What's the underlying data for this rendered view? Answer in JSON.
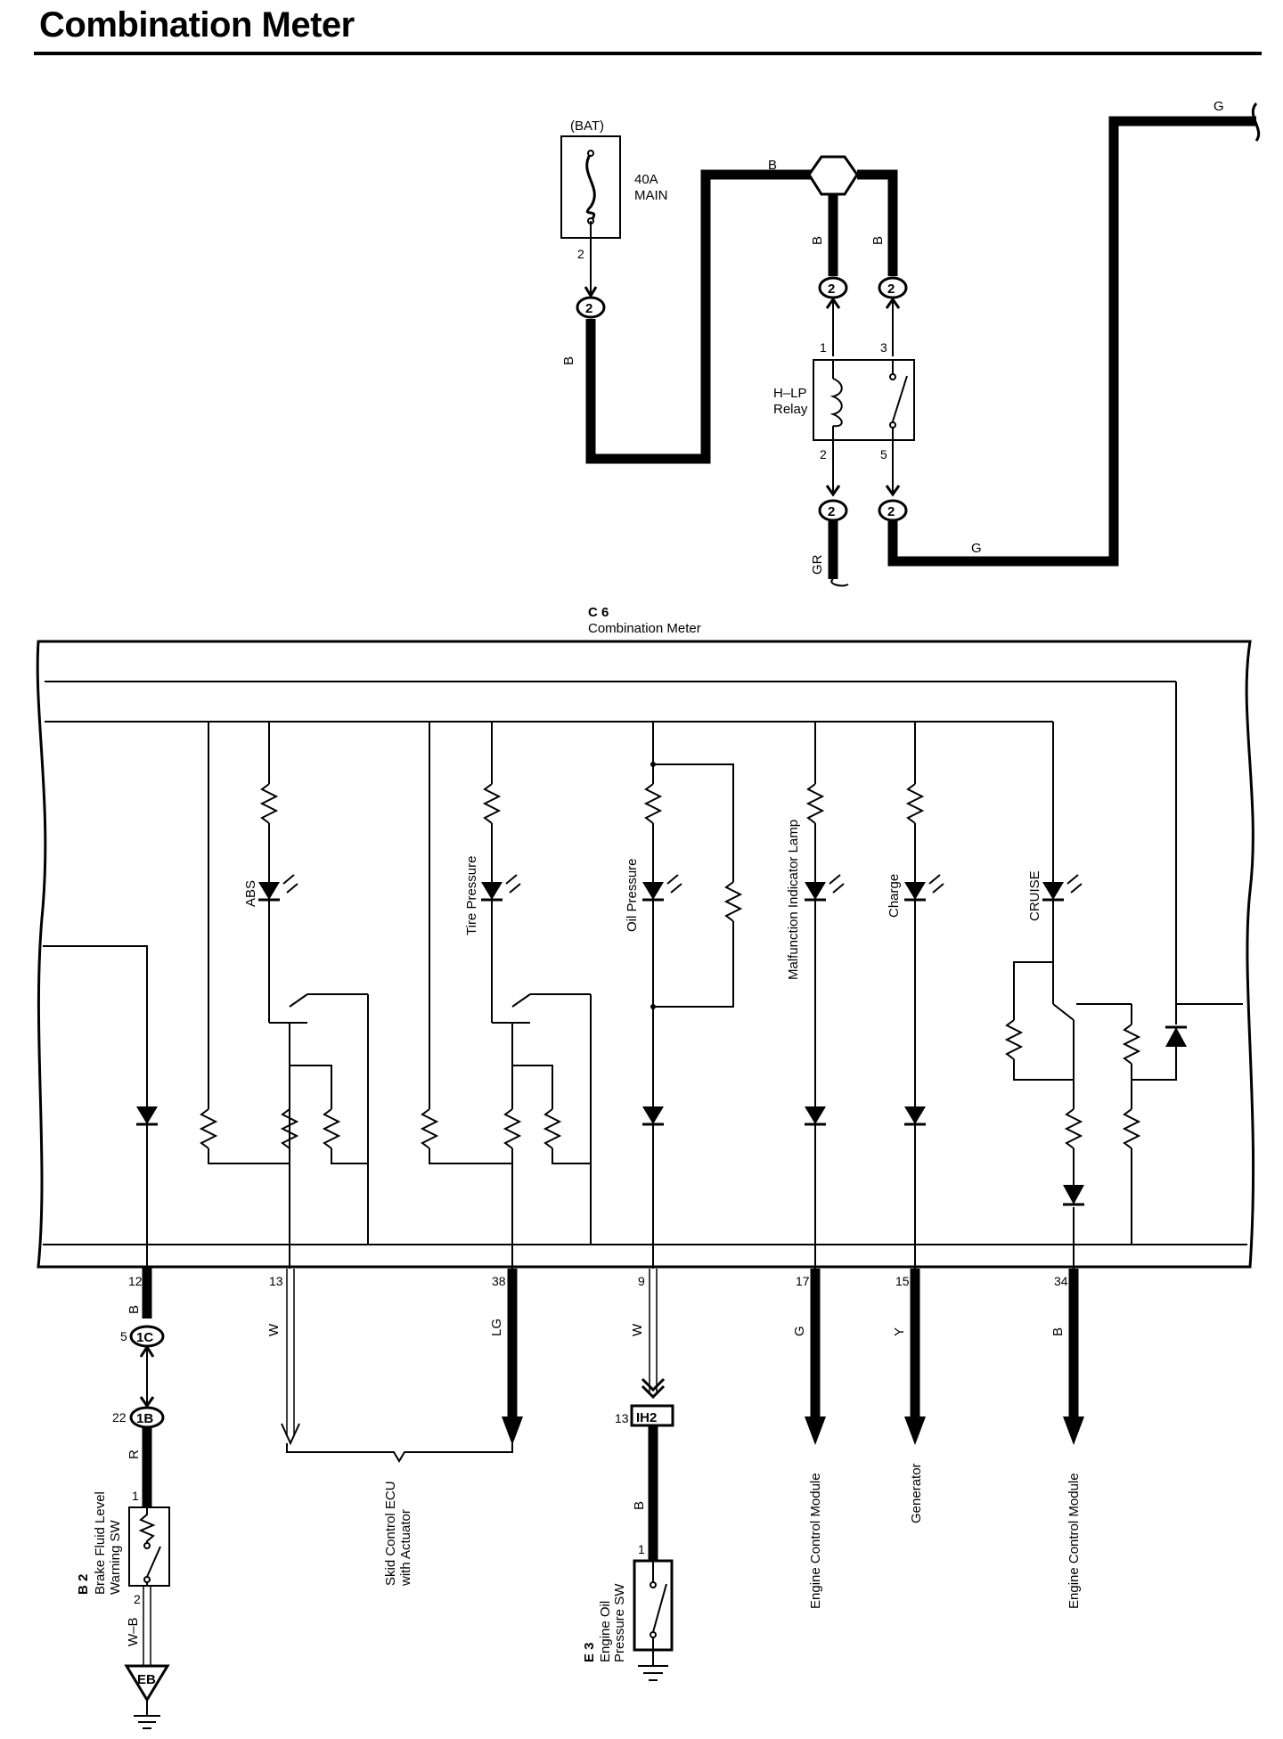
{
  "title": "Combination Meter",
  "power": {
    "bat_label": "(BAT)",
    "fuse_label": [
      "40A",
      "MAIN"
    ],
    "fuse_pin": "2",
    "connector": "2",
    "wire_colors": {
      "main": "B",
      "to_relay_1": "B",
      "to_relay_3": "B",
      "to_meter": "G",
      "relay_out": "G",
      "coil_ground": "GR"
    },
    "relay": {
      "name": [
        "H–LP",
        "Relay"
      ],
      "pins": [
        "1",
        "3",
        "2",
        "5"
      ]
    }
  },
  "meter": {
    "code": "C 6",
    "name": "Combination Meter",
    "lamps": [
      "ABS",
      "Tire Pressure",
      "Oil Pressure",
      "Malfunction Indicator Lamp",
      "Charge",
      "CRUISE"
    ],
    "terminals": [
      {
        "pin": "12",
        "wire": "B"
      },
      {
        "pin": "13",
        "wire": "W"
      },
      {
        "pin": "38",
        "wire": "LG"
      },
      {
        "pin": "9",
        "wire": "W"
      },
      {
        "pin": "17",
        "wire": "G"
      },
      {
        "pin": "15",
        "wire": "Y"
      },
      {
        "pin": "34",
        "wire": "B"
      }
    ]
  },
  "brake": {
    "conn1_pin": "5",
    "conn1": "1C",
    "conn2_pin": "22",
    "conn2": "1B",
    "wire_r": "R",
    "sw_pin1": "1",
    "sw_pin2": "2",
    "code": "B 2",
    "name": [
      "Brake Fluid Level",
      "Warning SW"
    ],
    "wire_wb": "W–B",
    "ground": "EB"
  },
  "oil": {
    "conn_pin": "13",
    "conn": "IH2",
    "wire": "B",
    "sw_pin": "1",
    "code": "E 3",
    "name": [
      "Engine Oil",
      "Pressure SW"
    ]
  },
  "destinations": {
    "skid": [
      "Skid Control ECU",
      "with Actuator"
    ],
    "ecm1": "Engine Control Module",
    "generator": "Generator",
    "ecm2": "Engine Control Module"
  },
  "colors": {
    "ink": "#000000",
    "paper": "#ffffff"
  }
}
